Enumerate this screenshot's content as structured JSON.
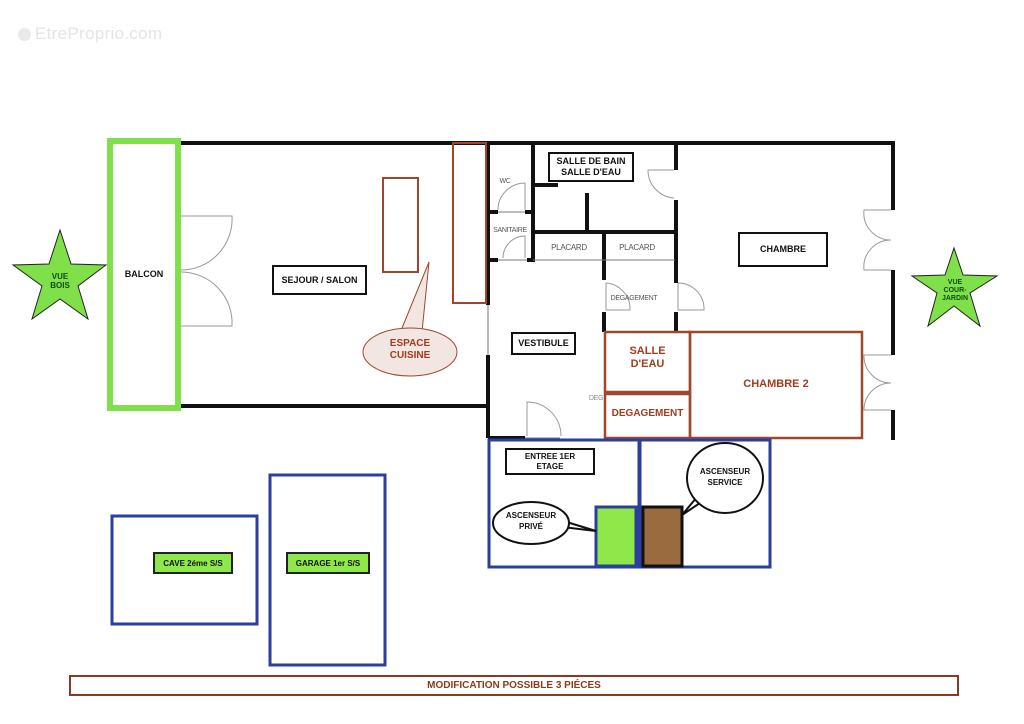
{
  "watermark": {
    "text": "EtreProprio.com"
  },
  "views": {
    "left_star": {
      "line1": "VUE",
      "line2": "BOIS",
      "color": "#7fe04a"
    },
    "right_star": {
      "line1": "VUE",
      "line2": "COUR-",
      "line3": "JARDIN",
      "color": "#7fe04a"
    }
  },
  "rooms": {
    "balcon": "BALCON",
    "sejour": "SEJOUR / SALON",
    "espace_cuisine": {
      "line1": "ESPACE",
      "line2": "CUISINE"
    },
    "wc": "WC",
    "sanitaire": "SANITAIRE",
    "salle_de_bain": {
      "line1": "SALLE DE BAIN",
      "line2": "SALLE D'EAU"
    },
    "placard_1": "PLACARD",
    "placard_2": "PLACARD",
    "degagement_small": "DEGAGEMENT",
    "deg_partial": "DEG",
    "chambre": "CHAMBRE",
    "vestibule": "VESTIBULE",
    "salle_eau": {
      "line1": "SALLE",
      "line2": "D'EAU"
    },
    "degagement": "DEGAGEMENT",
    "chambre_2": "CHAMBRE 2",
    "entree": {
      "line1": "ENTREE 1ER",
      "line2": "ETAGE"
    },
    "ascenseur_prive": {
      "line1": "ASCENSEUR",
      "line2": "PRIVÉ"
    },
    "ascenseur_service": {
      "line1": "ASCENSEUR",
      "line2": "SERVICE"
    },
    "cave": "CAVE 2éme S/S",
    "garage": "GARAGE 1er S/S"
  },
  "banner": {
    "text": "MODIFICATION POSSIBLE  3 PIÉCES"
  },
  "colors": {
    "wall": "#111111",
    "balcon_green": "#7fe04a",
    "proposed_brown": "#a0462a",
    "annex_blue": "#2a3f9e",
    "lift_green": "#8ee84a",
    "lift_brown": "#9a6b3e"
  }
}
